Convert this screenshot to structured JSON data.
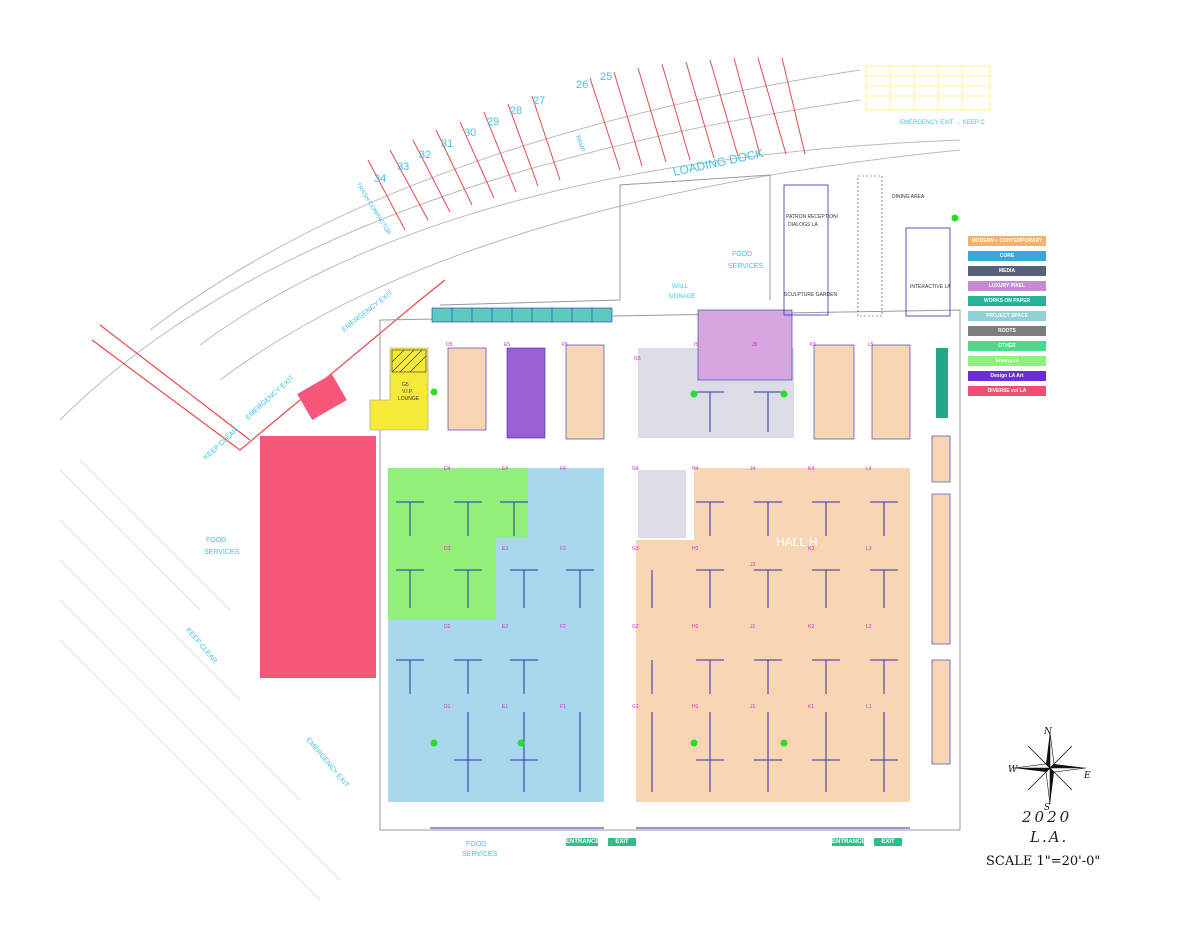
{
  "colors": {
    "hall_blue": "#a9d8ec",
    "hall_orange": "#f8d6b3",
    "green": "#90f07a",
    "diverse_red": "#f5577a",
    "purple": "#9b5fd1",
    "lilac": "#d7a6e0",
    "grey": "#dcdce6",
    "yellow": "#f5ea3a",
    "teal": "#2bb394",
    "text_cyan": "#3fc2e8",
    "parking_red": "#e8494a",
    "booth_line": "#2a2fb0"
  },
  "labels": {
    "loading_dock": "LOADING DOCK",
    "hall_h": "HALL H",
    "food_services_top": "FOOD",
    "food_services_top2": "SERVICES",
    "food_services_left": "FOOD",
    "food_services_left2": "SERVICES",
    "food_services_bottom": "FOOD",
    "food_services_bottom2": "SERVICES",
    "wall_signage": "WALL",
    "wall_signage2": "SIGNAGE",
    "patron_reception": "PATRON RECEPTION/",
    "patron_reception2": "DIALOGS LA",
    "sculpture_garden": "SCULPTURE GARDEN",
    "dining_area": "DINING AREA",
    "interactive_la": "INTERACTIVE LA",
    "vip_lounge": "V.I.P.",
    "vip_lounge2": "LOUNGE",
    "vip_code": "G5",
    "emergency_exit": "EMERGENCY EXIT",
    "emergency_exit_top": "EMERGENCY EXIT → KEEP C",
    "keep_clear": "KEEP CLEAR",
    "trash_compactor": "TRASH COMPACTOR",
    "ramp": "RAMP",
    "entrance": "ENTRANCE",
    "exit": "EXIT"
  },
  "parking_numbers": [
    "34",
    "33",
    "32",
    "31",
    "30",
    "29",
    "28",
    "27",
    "26",
    "25"
  ],
  "row_letters": {
    "top": [
      "D5",
      "E5",
      "F5",
      "G5",
      "I5",
      "J5",
      "K5",
      "L5"
    ],
    "mid": [
      "D4",
      "E4",
      "F4",
      "G4",
      "H4",
      "J4",
      "K4",
      "L4"
    ],
    "mid2": [
      "D3",
      "E3",
      "F3",
      "G3",
      "H3",
      "J3",
      "K3",
      "L3"
    ],
    "mid3": [
      "D2",
      "E2",
      "F2",
      "G2",
      "H2",
      "J2",
      "K2",
      "L2"
    ],
    "bot": [
      "D1",
      "E1",
      "F1",
      "G1",
      "H1",
      "J1",
      "K1",
      "L1"
    ]
  },
  "legend": [
    {
      "label": "MODERN + CONTEMPORARY",
      "color": "#f6b06a"
    },
    {
      "label": "CORE",
      "color": "#3aa8d8"
    },
    {
      "label": "MEDIA",
      "color": "#5a5f7a"
    },
    {
      "label": "LUXURY PIXEL",
      "color": "#c68ad6"
    },
    {
      "label": "WORKS ON PAPER",
      "color": "#22b59a"
    },
    {
      "label": "PROJECT SPACE",
      "color": "#8fd1d6"
    },
    {
      "label": "ROOTS",
      "color": "#7d7d7d"
    },
    {
      "label": "OTHER",
      "color": "#4fd98a"
    },
    {
      "label": "Emergent",
      "color": "#8ff07e"
    },
    {
      "label": "Design LA Art",
      "color": "#6a2fd6"
    },
    {
      "label": "DIVERSE vol LA",
      "color": "#f24d74"
    }
  ],
  "compass": {
    "n": "N",
    "s": "S",
    "e": "E",
    "w": "W"
  },
  "year": "2020",
  "city": "L.A.",
  "scale": "SCALE 1\"=20'-0\""
}
